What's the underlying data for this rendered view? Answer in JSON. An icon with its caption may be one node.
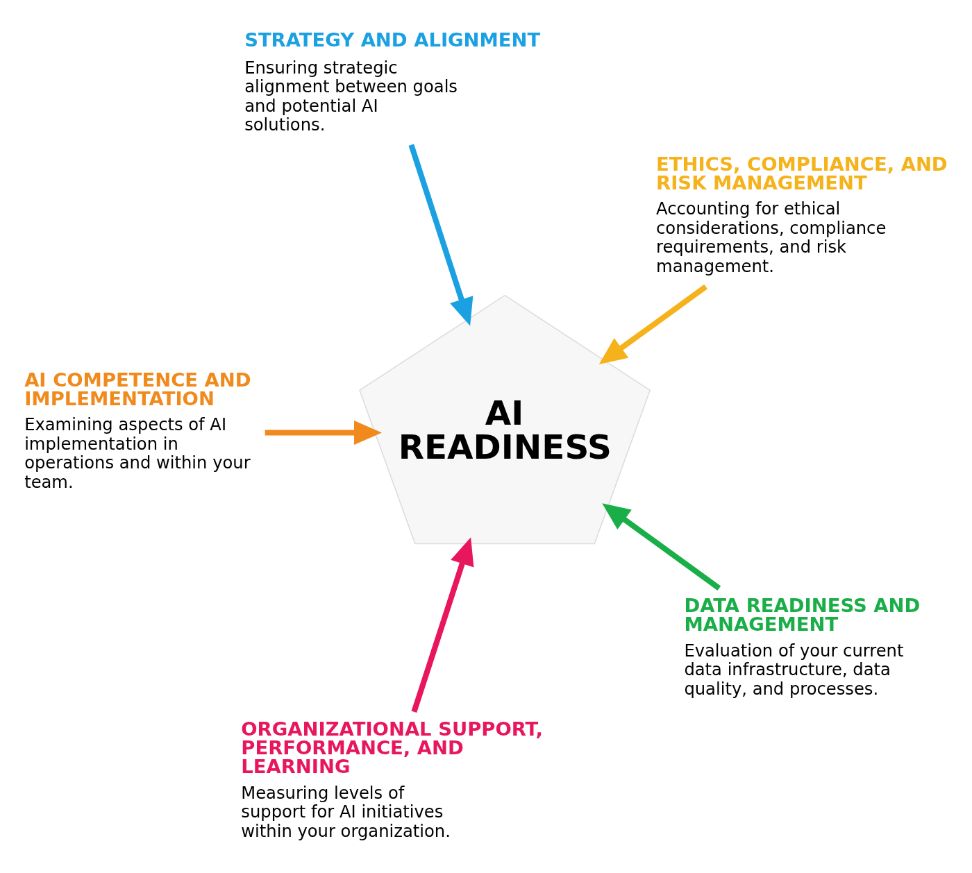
{
  "diagram": {
    "nodes": [
      {
        "text": [
          "ETHICS, COMPLIANCE, AND RISK MANAGEMENT",
          "Accounting for ethical considerations, compliance requirements, and risk management."
        ]
      },
      {
        "text": [
          "STRATEGY AND ALIGNMENT",
          "Ensuring strategic alignment between goals and potential AI solutions."
        ]
      },
      {
        "text": [
          "DATA READINESS AND MANAGEMENT",
          "Evaluation of your current data infrastructure, data quality, and processes."
        ]
      },
      {
        "text": [
          "AI READINESS"
        ]
      },
      {
        "text": [
          "AI COMPETENCE AND IMPLEMENTATION",
          "Examining aspects of AI implementation in operations and within your team."
        ]
      },
      {
        "text": [
          "ORGANIZATIONAL SUPPORT, PERFORMANCE, AND LEARNING",
          "Measuring levels of support for AI initiatives within your organization."
        ]
      }
    ],
    "edges": [
      {
        "from": 0,
        "to": 3,
        "arrow": "to",
        "color": "#f5b21b"
      },
      {
        "from": 1,
        "to": 3,
        "arrow": "to",
        "color": "#1ba1e2"
      },
      {
        "from": 2,
        "to": 3,
        "arrow": "to",
        "color": "#1aae48"
      },
      {
        "from": 4,
        "to": 3,
        "arrow": "to",
        "color": "#f08a1c"
      },
      {
        "from": 5,
        "to": 3,
        "arrow": "to",
        "color": "#e8175d"
      }
    ]
  }
}
